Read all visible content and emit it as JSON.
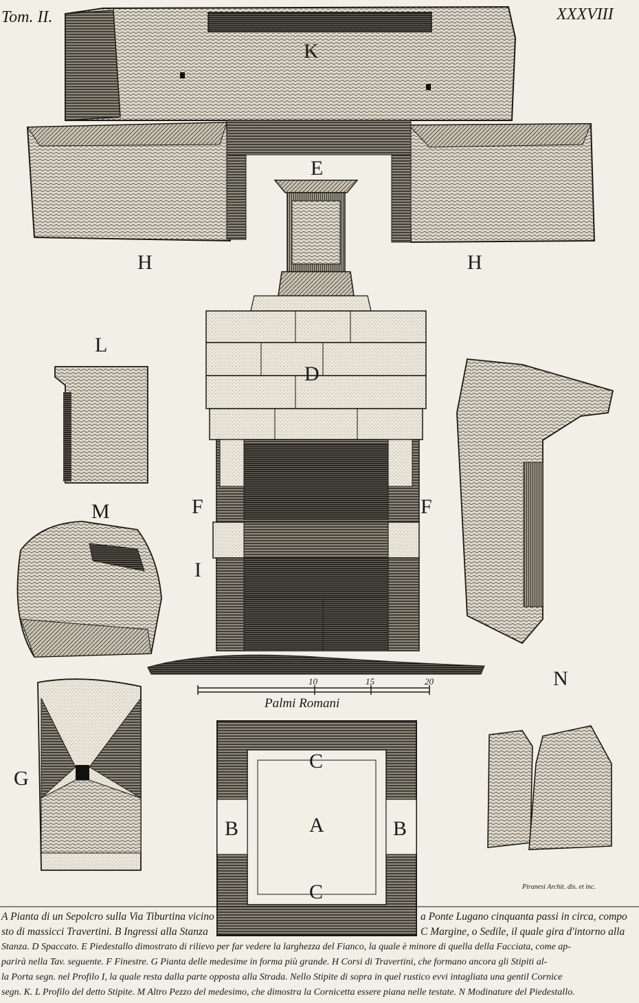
{
  "header": {
    "tome": "Tom. II.",
    "plate": "XXXVIII"
  },
  "labels": {
    "K": "K",
    "H_left": "H",
    "H_right": "H",
    "E": "E",
    "D": "D",
    "L": "L",
    "M": "M",
    "F_left": "F",
    "F_right": "F",
    "I": "I",
    "N": "N",
    "G": "G",
    "C_top": "C",
    "C_bottom": "C",
    "A": "A",
    "B_left": "B",
    "B_right": "B"
  },
  "scale": {
    "ticks": [
      "10",
      "15",
      "20"
    ],
    "label": "Palmi Romani"
  },
  "signature": "Piranesi Archit. dis. et inc.",
  "caption": {
    "left": [
      "A Pianta di un Sepolcro sulla Via Tiburtina vicino",
      "sto di massicci Travertini. B Ingressi alla Stanza",
      "Stanza. D Spaccato. E Piedestallo dimostrato di rilievo per far vedere la larghezza del Fianco, la quale è minore di quella della Facciata, come ap-",
      "parirà nella Tav. seguente. F Finestre. G Pianta delle medesime in forma più grande. H Corsi di Travertini, che formano ancora gli Stipiti al-",
      "la Porta segn. nel Profilo I, la quale resta dalla parte opposta alla Strada. Nello Stipite di sopra in quel rustico evvi intagliata una gentil Cornice",
      "segn. K. L Profilo del detto Stipite. M Altro Pezzo del medesimo, che dimostra la Cornicetta essere piana nelle testate. N Modinature del Piedestallo."
    ],
    "right": [
      "a Ponte Lugano cinquanta passi in circa, compo",
      "C Margine, o Sedile, il quale gira d'intorno alla"
    ]
  }
}
